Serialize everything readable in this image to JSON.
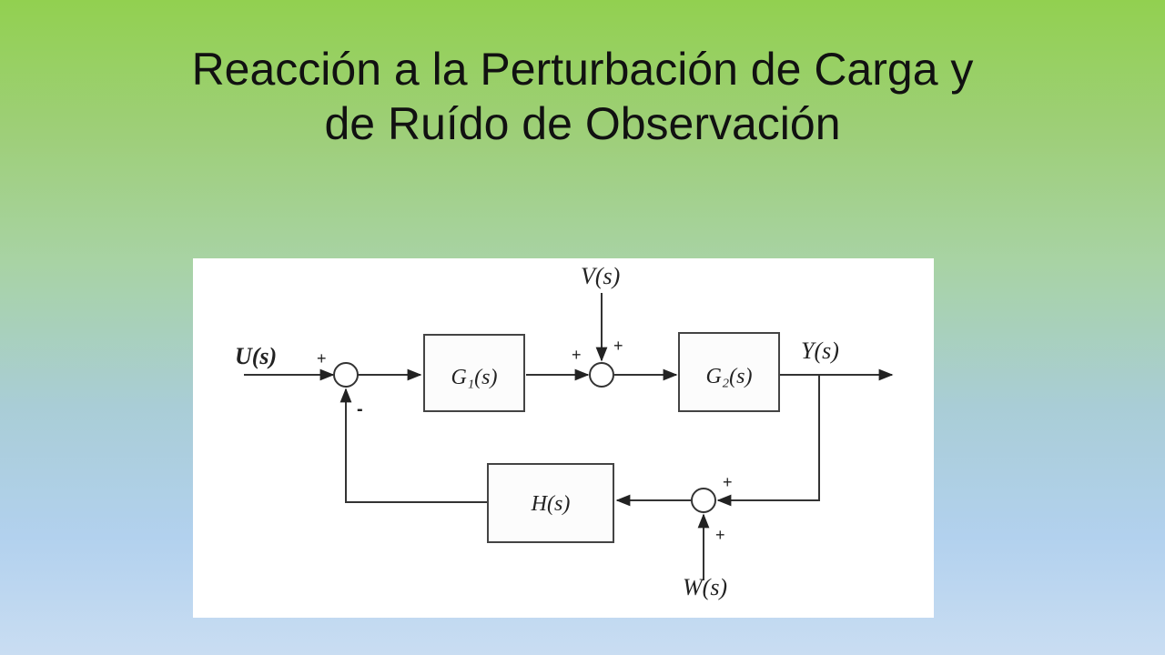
{
  "title": {
    "line1": "Reacción a la Perturbación de Carga y",
    "line2": "de Ruído de Observación"
  },
  "diagram": {
    "signals": {
      "input": "U(s)",
      "output": "Y(s)",
      "load_disturbance": "V(s)",
      "noise": "W(s)"
    },
    "blocks": {
      "g1": "G₁(s)",
      "g2": "G₂(s)",
      "h": "H(s)"
    },
    "signs": {
      "sum1_input": "+",
      "sum1_feedback": "-",
      "sum2_left": "+",
      "sum2_top": "+",
      "sum3_right": "+",
      "sum3_bottom": "+"
    }
  }
}
